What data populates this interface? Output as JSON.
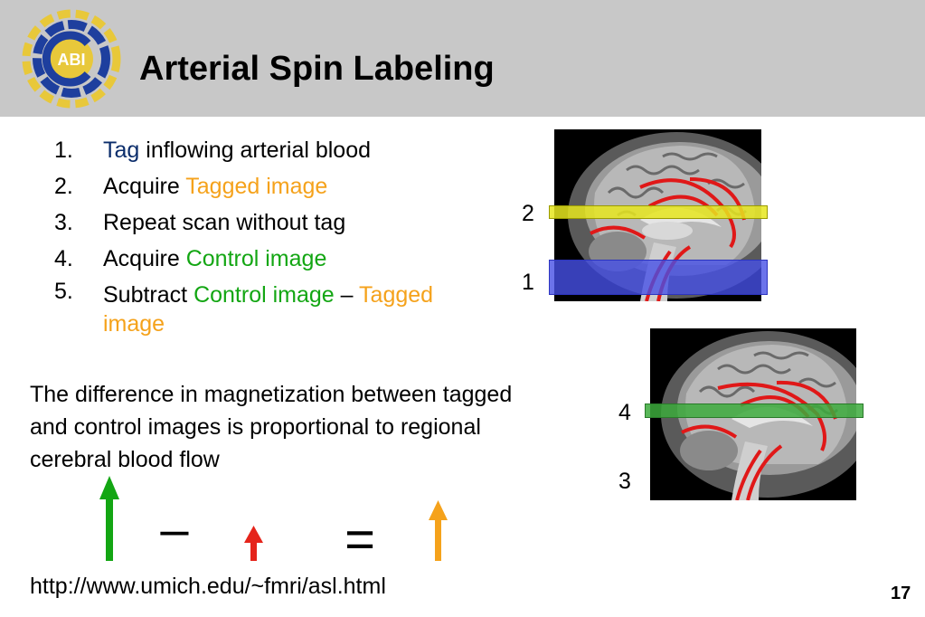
{
  "header": {
    "title": "Arterial Spin Labeling",
    "logo_text": "ABI"
  },
  "steps": [
    {
      "num": "1.",
      "parts": [
        {
          "text": "Tag",
          "color": "blue"
        },
        {
          "text": " inflowing arterial blood"
        }
      ]
    },
    {
      "num": "2.",
      "parts": [
        {
          "text": "Acquire "
        },
        {
          "text": "Tagged image",
          "color": "orange"
        }
      ]
    },
    {
      "num": "3.",
      "parts": [
        {
          "text": "Repeat scan without tag"
        }
      ]
    },
    {
      "num": "4.",
      "parts": [
        {
          "text": "Acquire "
        },
        {
          "text": "Control image",
          "color": "green"
        }
      ]
    },
    {
      "num": "5.",
      "parts": [
        {
          "text": "Subtract "
        },
        {
          "text": "Control image",
          "color": "green"
        },
        {
          "text": " – "
        },
        {
          "text": "Tagged image",
          "color": "orange"
        }
      ]
    }
  ],
  "paragraph": "The difference in magnetization between tagged and control images is proportional to regional cerebral blood flow",
  "equation": {
    "minus": "–",
    "equals": "="
  },
  "url": "http://www.umich.edu/~fmri/asl.html",
  "page_number": "17",
  "brain_labels": {
    "top_image": {
      "yellow_band": "2",
      "blue_band": "1"
    },
    "bottom_image": {
      "green_band": "4",
      "lower": "3"
    }
  },
  "colors": {
    "header_bg": "#c8c8c8",
    "tag_blue": "#0b2d6b",
    "tagged_orange": "#f5a21b",
    "control_green": "#13a613",
    "arrow_red": "#e5241b"
  }
}
